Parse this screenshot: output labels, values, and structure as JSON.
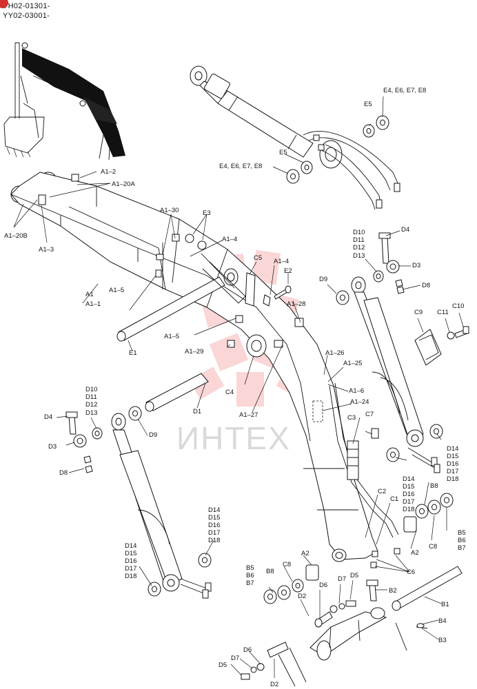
{
  "header": {
    "line1": "YH02-01301-",
    "line2": "YY02-03001-"
  },
  "watermark": {
    "text": "ИНТЕХ"
  },
  "colors": {
    "ink": "#111111",
    "watermark": "#f4a6a6",
    "watermark_text": "#d9d9d9",
    "corner_mark": "#d32f2f"
  },
  "labels": {
    "a1_2": "A1–2",
    "a1_20a": "A1–20A",
    "a1_20b": "A1–20B",
    "a1_3": "A1–3",
    "a1_30": "A1–30",
    "e3": "E3",
    "a1_4a": "A1–4",
    "a1_4b": "A1–4",
    "c5": "C5",
    "e2": "E2",
    "a1": "A1",
    "a1_1": "A1–1",
    "a1_5a": "A1–5",
    "a1_5b": "A1–5",
    "e1": "E1",
    "a1_29": "A1–29",
    "c4": "C4",
    "a1_28": "A1–28",
    "d9a": "D9",
    "d1": "D1",
    "a1_27": "A1–27",
    "a1_26": "A1–26",
    "a1_25": "A1–25",
    "a1_6": "A1–6",
    "a1_24": "A1–24",
    "c3": "C3",
    "c7": "C7",
    "e5a": "E5",
    "e4a": "E4, E6, E7, E8",
    "e5b": "E5",
    "e4b": "E4, E6, E7, E8",
    "d4a": "D4",
    "d10a": "D10",
    "d11a": "D11",
    "d12a": "D12",
    "d13a": "D13",
    "d3a": "D3",
    "d8a": "D8",
    "c9": "C9",
    "c11": "C11",
    "c10": "C10",
    "d14a": "D14",
    "d15a": "D15",
    "d16a": "D16",
    "d17a": "D17",
    "d18a": "D18",
    "d14b": "D14",
    "d15b": "D15",
    "d16b": "D16",
    "d17b": "D17",
    "d18b": "D18",
    "d10b": "D10",
    "d11b": "D11",
    "d12b": "D12",
    "d13b": "D13",
    "d4b": "D4",
    "d3b": "D3",
    "d8b": "D8",
    "d9b": "D9",
    "d14c": "D14",
    "d15c": "D15",
    "d16c": "D16",
    "d17c": "D17",
    "d18c": "D18",
    "d14d": "D14",
    "d15d": "D15",
    "d16d": "D16",
    "d17d": "D17",
    "d18d": "D18",
    "c2": "C2",
    "c1": "C1",
    "b8a": "B8",
    "b5a": "B5",
    "b6a": "B6",
    "b7a": "B7",
    "a2a": "A2",
    "c8a": "C8",
    "c6": "C6",
    "a2b": "A2",
    "c8b": "C8",
    "b8b": "B8",
    "b5b": "B5",
    "b6b": "B6",
    "b7b": "B7",
    "d6a": "D6",
    "d7a": "D7",
    "d5a": "D5",
    "d2a": "D2",
    "b2": "B2",
    "b1": "B1",
    "b4": "B4",
    "b3": "B3",
    "d5b": "D5",
    "d7b": "D7",
    "d6b": "D6",
    "d2b": "D2"
  }
}
